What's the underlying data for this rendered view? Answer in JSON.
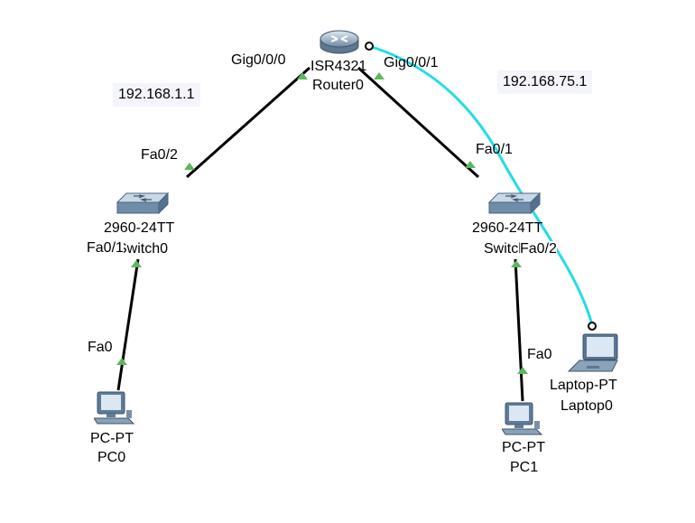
{
  "colors": {
    "link": "#000000",
    "console_link": "#21dde8",
    "port_up": "#5cb85c",
    "ip_bg": "#f4f4fb"
  },
  "devices": {
    "router": {
      "model": "ISR4321",
      "name": "Router0",
      "icon": "router-icon"
    },
    "switch_left": {
      "model": "2960-24TT",
      "name": "Switch0",
      "icon": "switch-icon"
    },
    "switch_right": {
      "model": "2960-24TT",
      "name": "Switch1",
      "icon": "switch-icon"
    },
    "pc0": {
      "model": "PC-PT",
      "name": "PC0",
      "icon": "desktop-pc-icon"
    },
    "pc1": {
      "model": "PC-PT",
      "name": "PC1",
      "icon": "desktop-pc-icon"
    },
    "laptop": {
      "model": "Laptop-PT",
      "name": "Laptop0",
      "icon": "laptop-icon"
    }
  },
  "ports": {
    "router_left": "Gig0/0/0",
    "router_right": "Gig0/0/1",
    "switch_left_up": "Fa0/2",
    "switch_left_down": "Fa0/1",
    "pc0": "Fa0",
    "switch_right_up": "Fa0/1",
    "switch_right_down": "Fa0/2",
    "pc1": "Fa0"
  },
  "ip_labels": {
    "left": "192.168.1.1",
    "right": "192.168.75.1"
  }
}
